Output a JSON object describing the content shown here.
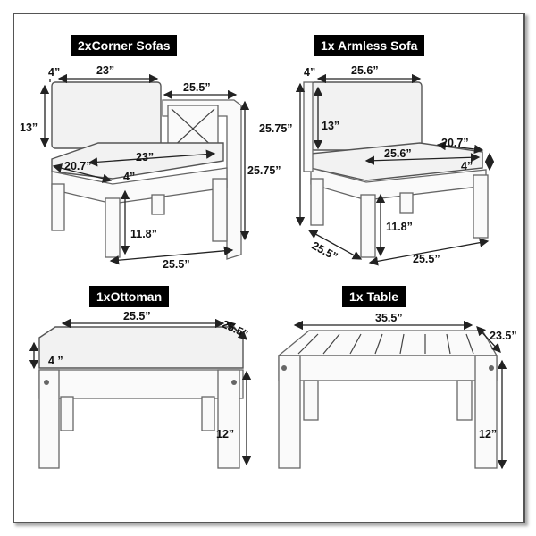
{
  "panels": {
    "corner": {
      "title": "2xCorner Sofas",
      "dims": [
        "4”",
        "23”",
        "25.5”",
        "13”",
        "23”",
        "20.7”",
        "4”",
        "25.75”",
        "11.8”",
        "25.5”"
      ]
    },
    "armless": {
      "title": "1x Armless Sofa",
      "dims": [
        "4”",
        "25.6”",
        "25.75”",
        "13”",
        "25.6”",
        "20.7”",
        "4”",
        "11.8”",
        "25.5”",
        "25.5”"
      ]
    },
    "ottoman": {
      "title": "1xOttoman",
      "dims": [
        "25.5”",
        "25.5”",
        "4 ”",
        "12”"
      ]
    },
    "table": {
      "title": "1x Table",
      "dims": [
        "35.5”",
        "23.5”",
        "12”"
      ]
    }
  }
}
